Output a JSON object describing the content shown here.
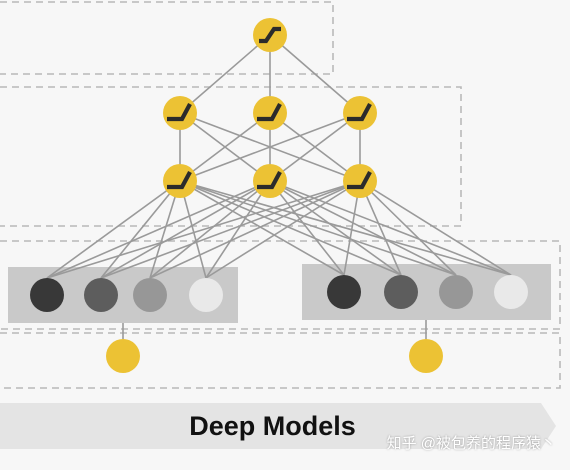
{
  "title": "Deep Models",
  "watermark": "知乎 @被包养的程序猿丶",
  "colors": {
    "background": "#f7f7f7",
    "neuron": "#ecc234",
    "activation_glyph": "#2b2b2b",
    "edge": "#9a9a9a",
    "dashed_border": "#b9b9b9",
    "embedding_box": "#c9c9c9",
    "banner": "#e4e4e4"
  },
  "embedding_groups": [
    {
      "name": "left",
      "unit_shades": [
        "#383838",
        "#5d5d5d",
        "#979797",
        "#e9e9e9"
      ]
    },
    {
      "name": "right",
      "unit_shades": [
        "#383838",
        "#5d5d5d",
        "#979797",
        "#e9e9e9"
      ]
    }
  ],
  "icons": {
    "neuron_activation": "relu-activation-icon",
    "output_activation": "sigmoid-activation-icon"
  }
}
